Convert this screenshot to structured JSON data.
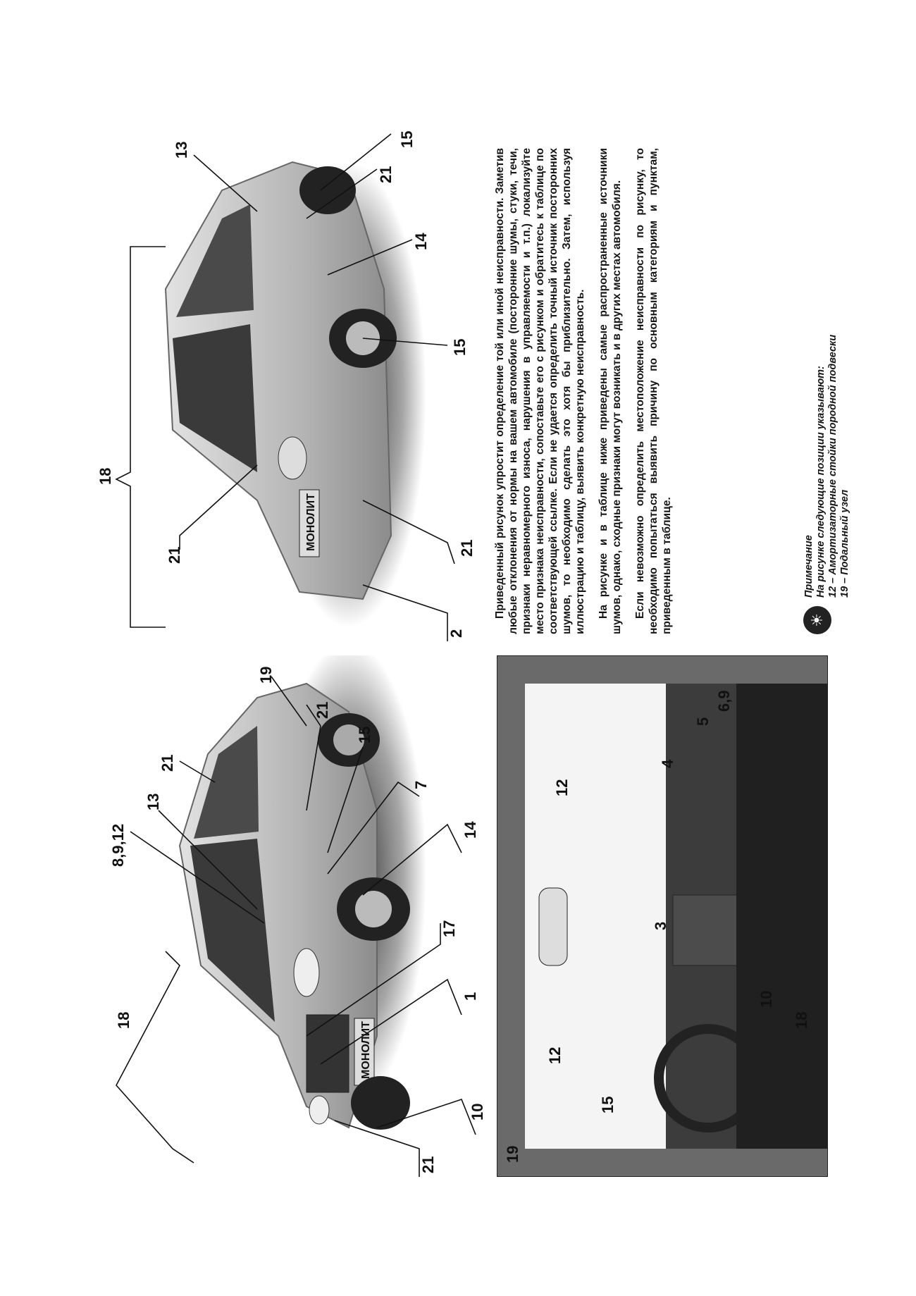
{
  "labels": {
    "front_car": [
      "18",
      "21",
      "10",
      "1",
      "17",
      "8,9,12",
      "13",
      "14",
      "7",
      "15",
      "21",
      "19",
      "21"
    ],
    "rear_car": [
      "18",
      "21",
      "2",
      "21",
      "13",
      "15",
      "21",
      "14",
      "15"
    ],
    "interior": [
      "19",
      "15",
      "12",
      "18",
      "10",
      "3",
      "12",
      "4",
      "5",
      "6,9"
    ]
  },
  "plate_text": "МОНОЛИТ",
  "paragraphs": [
    "Приведенный рисунок упростит определение той или иной неисправности. Заметив любые отклонения от нормы на вашем автомобиле (посторонние шумы, стуки, течи, признаки неравномерного износа, нарушения в управляемости и т.п.) локализуйте место признака неисправности, сопоставьте его с рисунком и обратитесь к таблице по соответствующей ссылке. Если не удается определить точный источник посторонних шумов, то необходимо сделать это хотя бы приблизительно. Затем, используя иллюстрацию и таблицу, выявить конкретную неисправность.",
    "На рисунке и в таблице ниже приведены самые распространенные источники шумов, однако, сходные признаки могут возникать и в других местах автомобиля.",
    "Если невозможно определить местоположение неисправности по рисунку, то необходимо попытаться выявить причину по основным категориям и пунктам, приведенным в таблице."
  ],
  "note": {
    "icon": "lightbulb-icon",
    "title": "Примечание",
    "lines": [
      "На рисунке следующие позиции указывают:",
      "12 – Амортизаторные стойки породной подвески",
      "19 – Подальный узел"
    ]
  }
}
